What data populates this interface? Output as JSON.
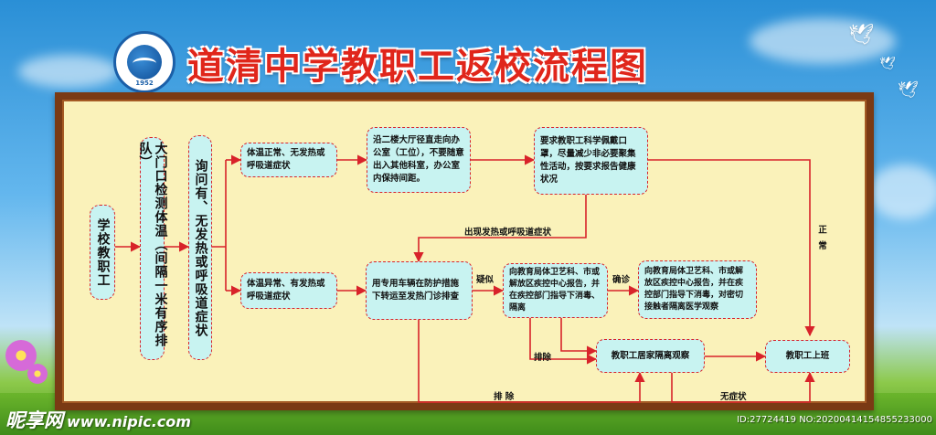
{
  "title": "道清中学教职工返校流程图",
  "logo": {
    "year": "1952"
  },
  "nodes": {
    "staff": "学校教职工",
    "gate_check": "大门口检测体温（间隔一米有序排队）",
    "inquiry": "询问有、无发热或呼吸道症状",
    "normal_temp": "体温正常、无发热或呼吸道症状",
    "abnormal_temp": "体温异常、有发热或呼吸道症状",
    "walk_to_office": "沿二楼大厅径直走向办公室（工位），不要随意出入其他科室，办公室内保持间距。",
    "wear_mask": "要求教职工科学佩戴口罩，尽量减少非必要聚集性活动，按要求报告健康状况",
    "transfer_clinic": "用专用车辆在防护措施下转运至发热门诊排查",
    "report_suspect": "向教育局体卫艺科、市或解放区疾控中心报告，并在疾控部门指导下消毒、隔离",
    "report_confirmed": "向教育局体卫艺科、市或解放区疾控中心报告，并在疾控部门指导下消毒，对密切接触者隔离医学观察",
    "home_isolation": "教职工居家隔离观察",
    "return_work": "教职工上班"
  },
  "edge_labels": {
    "symptoms": "出现发热或呼吸道症状",
    "suspected": "疑似",
    "confirmed": "确诊",
    "excluded_1": "排除",
    "excluded_2": "排  除",
    "no_symptoms": "无症状",
    "normal": "正常"
  },
  "watermark": {
    "site": "昵享网",
    "url": "www.nipic.com",
    "id": "ID:27724419 NO:20200414154855233000"
  },
  "colors": {
    "title": "#e0261b",
    "arrow": "#d8232a",
    "node_fill": "#c8f3f1",
    "board": "#faf2ba",
    "frame": "#7a3a14"
  }
}
